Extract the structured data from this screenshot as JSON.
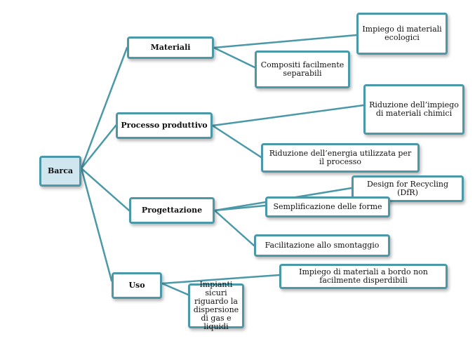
{
  "colors": {
    "line": "#4a98a8",
    "border": "#4a98a8",
    "root_fill": "#cfe6ee"
  },
  "nodes": {
    "barca": "Barca",
    "materiali": "Materiali",
    "processo": "Processo produttivo",
    "progettazione": "Progettazione",
    "uso": "Uso",
    "impiego_ecologici": "Impiego di materiali ecologici",
    "compositi": "Compositi facilmente separabili",
    "riduzione_chimici": "Riduzione dell’impiego di materiali chimici",
    "riduzione_energia": "Riduzione dell’energia utilizzata per il processo",
    "design_recycling": "Design for Recycling (DfR)",
    "semplificazione": "Semplificazione delle forme",
    "facilitazione": "Facilitazione allo smontaggio",
    "impiego_bordo": "Impiego di materiali a bordo non facilmente disperdibili",
    "impianti_sicuri": "Impianti sicuri riguardo la dispersione di gas e liquidi"
  }
}
